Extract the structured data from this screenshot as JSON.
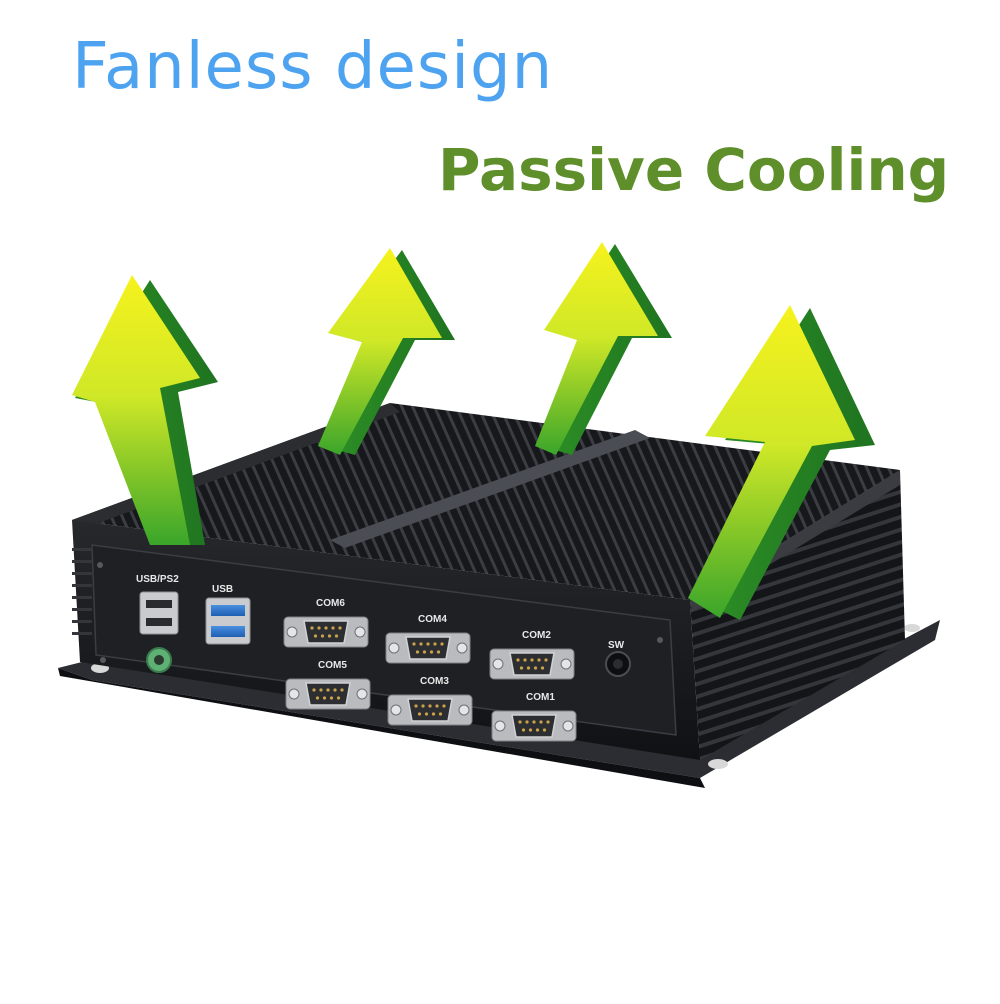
{
  "headline": {
    "primary": "Fanless design",
    "secondary": "Passive Cooling"
  },
  "colors": {
    "primary_text": "#4da3ef",
    "secondary_text": "#5e8f2b",
    "arrow_green": "#3fae2a",
    "arrow_yellow": "#f4f01e",
    "chassis": "#1b1c20"
  },
  "ports": {
    "usb_ps2": "USB/PS2",
    "usb": "USB",
    "com6": "COM6",
    "com4": "COM4",
    "com2": "COM2",
    "com5": "COM5",
    "com3": "COM3",
    "com1": "COM1",
    "sw": "SW"
  },
  "icons": [
    "heat-arrow-icon",
    "db9-port-icon",
    "usb-port-icon",
    "ps2-port-icon",
    "power-switch-icon"
  ]
}
